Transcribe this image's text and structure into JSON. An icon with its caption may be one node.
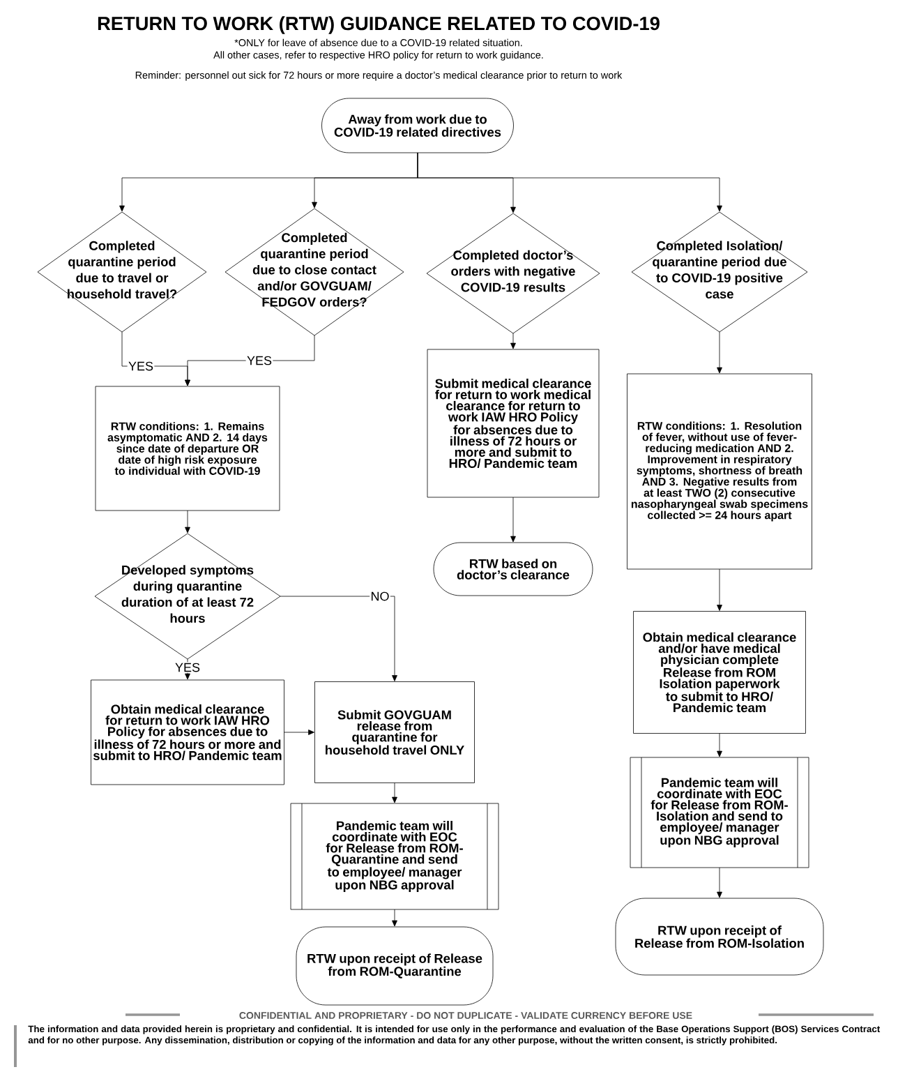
{
  "diagram": {
    "title": "RETURN TO WORK (RTW) GUIDANCE RELATED TO COVID-19",
    "nodes": [
      {
        "text": [
          "Away from work due to COVID-19 related directives"
        ]
      },
      {
        "text": [
          "Completed quarantine period due to travel or household travel?"
        ]
      },
      {
        "text": [
          "Completed quarantine period due to close contact and/or GOVGUAM/ FEDGOV orders?"
        ]
      },
      {
        "text": [
          "Completed doctor’s orders with negative COVID-19 results"
        ]
      },
      {
        "text": [
          "Completed Isolation/ quarantine period due to COVID-19 positive case"
        ]
      },
      {
        "text": [
          "RTW conditions: 1. Remains asymptomatic AND 2. 14 days since date of departure OR date of high risk exposure to individual with COVID-19"
        ]
      },
      {
        "text": [
          "Developed symptoms during quarantine duration of at least 72 hours"
        ]
      },
      {
        "text": [
          "Obtain medical clearance for return to work IAW HRO Policy for absences due to illness of 72 hours or more and submit to HRO/ Pandemic team"
        ]
      },
      {
        "text": [
          "Submit GOVGUAM release from quarantine for household travel ONLY"
        ]
      },
      {
        "text": [
          "Pandemic team will coordinate with EOC for Release from ROM-Quarantine and send to employee/ manager upon NBG approval"
        ]
      },
      {
        "text": [
          "RTW upon receipt of Release from ROM-Quarantine"
        ]
      },
      {
        "text": [
          "Submit medical clearance for return to work medical clearance for return to work IAW HRO Policy for absences due to illness of 72 hours or more and submit to HRO/ Pandemic team"
        ]
      },
      {
        "text": [
          "RTW based on doctor’s clearance"
        ]
      },
      {
        "text": [
          "RTW conditions: 1. Resolution of fever, without use of fever-reducing medication AND 2. Improvement in respiratory symptoms, shortness of breath AND 3. Negative results from at least TWO (2) consecutive nasopharyngeal swab specimens collected >= 24 hours apart"
        ]
      },
      {
        "text": [
          "Obtain medical clearance and/or have medical physician complete Release from ROM Isolation paperwork to submit to HRO/ Pandemic team"
        ]
      },
      {
        "text": [
          "Pandemic team will coordinate with EOC for Release from ROM-Isolation and send to employee/ manager upon NBG approval"
        ]
      },
      {
        "text": [
          "RTW upon receipt of Release from ROM-Isolation"
        ]
      }
    ],
    "edges": [
      {
        "from": 0,
        "to": 1,
        "arrow": "to"
      },
      {
        "from": 0,
        "to": 2,
        "arrow": "to"
      },
      {
        "from": 0,
        "to": 3,
        "arrow": "to"
      },
      {
        "from": 0,
        "to": 4,
        "arrow": "to"
      },
      {
        "from": 1,
        "to": 5,
        "arrow": "to",
        "label": "YES"
      },
      {
        "from": 2,
        "to": 5,
        "arrow": "to",
        "label": "YES"
      },
      {
        "from": 5,
        "to": 6,
        "arrow": "to"
      },
      {
        "from": 6,
        "to": 7,
        "arrow": "to",
        "label": "YES"
      },
      {
        "from": 6,
        "to": 8,
        "arrow": "to",
        "label": "NO"
      },
      {
        "from": 7,
        "to": 8,
        "arrow": "to"
      },
      {
        "from": 8,
        "to": 9,
        "arrow": "to"
      },
      {
        "from": 9,
        "to": 10,
        "arrow": "to"
      },
      {
        "from": 3,
        "to": 11,
        "arrow": "to"
      },
      {
        "from": 11,
        "to": 12,
        "arrow": "to"
      },
      {
        "from": 4,
        "to": 13,
        "arrow": "to"
      },
      {
        "from": 13,
        "to": 14,
        "arrow": "to"
      },
      {
        "from": 14,
        "to": 15,
        "arrow": "to"
      },
      {
        "from": 15,
        "to": 16,
        "arrow": "to"
      }
    ],
    "labels": [
      "*ONLY for leave of absence due to a COVID-19 related situation.",
      "All other cases, refer to respective HRO policy for return to work guidance.",
      "Reminder: personnel out sick for 72 hours or more require a doctor’s medical clearance prior to return to work",
      "CONFIDENTIAL AND PROPRIETARY - DO NOT DUPLICATE - VALIDATE CURRENCY BEFORE USE",
      "The information and data provided herein is proprietary and confidential. It is intended for use only in the performance and evaluation of the Base Operations Support (BOS) Services Contract and for no other purpose. Any dissemination, distribution or copying of the information and data for any other purpose, without the written consent, is strictly prohibited."
    ]
  }
}
